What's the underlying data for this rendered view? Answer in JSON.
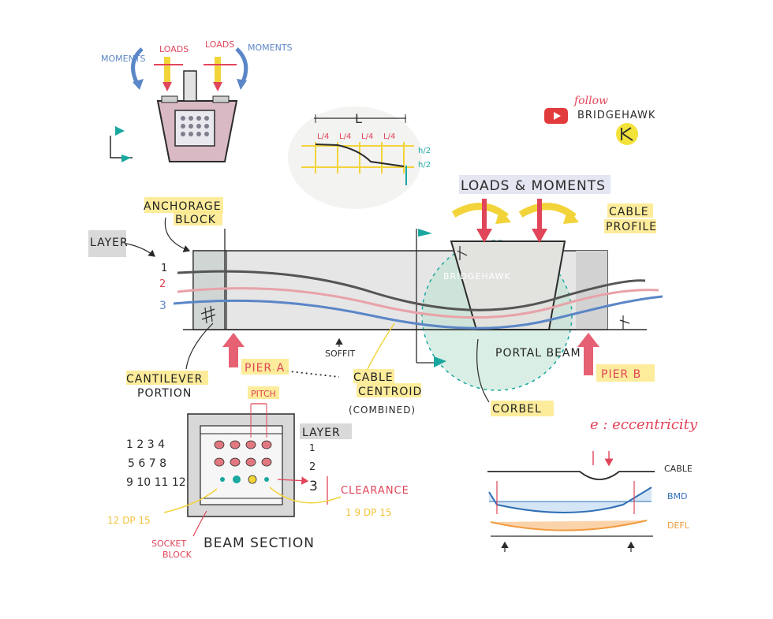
{
  "colors": {
    "ink": "#2b2b2b",
    "red": "#e0455a",
    "pink": "#e8a2a8",
    "blue": "#5b86c7",
    "teal": "#19a7a0",
    "yellow": "#f2d43a",
    "highlight": "#fde98a",
    "orange": "#f09a3e",
    "gray": "#c9c9c9",
    "youtube": "#e23b3b"
  },
  "top_detail": {
    "moments_left": "MOMENTS",
    "loads_left": "LOADS",
    "loads_right": "LOADS",
    "moments_right": "MOMENTS"
  },
  "cable_detail": {
    "span_label": "L",
    "quarter_labels": [
      "L/4",
      "L/4",
      "L/4",
      "L/4"
    ],
    "half_labels": [
      "h/2",
      "h/2"
    ]
  },
  "brand": {
    "follow": "follow",
    "name": "BRIDGEHAWK",
    "watermark": "BRIDGEHAWK"
  },
  "elevation": {
    "loads_moments": "LOADS & MOMENTS",
    "anchorage_block": [
      "ANCHORAGE",
      "BLOCK"
    ],
    "layer": "LAYER",
    "cable_profile": [
      "CABLE",
      "PROFILE"
    ],
    "cable_numbers": [
      "1",
      "2",
      "3"
    ],
    "soffit": "SOFFIT",
    "portal_beam": "PORTAL BEAM",
    "cantilever_portion": [
      "CANTILEVER",
      "PORTION"
    ],
    "pier_a": "PIER A",
    "pier_b": "PIER B",
    "cable_centroid": [
      "CABLE",
      "CENTROID",
      "(COMBINED)"
    ],
    "corbel": "CORBEL"
  },
  "beam_section": {
    "title": "BEAM SECTION",
    "pitch": "PITCH",
    "layer": "LAYER",
    "layer_numbers": [
      "1",
      "2",
      "3"
    ],
    "row_numbers": [
      "1 2 3 4",
      "5 6 7 8",
      "9 10 11 12"
    ],
    "clearance": "CLEARANCE",
    "left_strand": "12 DP 15",
    "right_strand": "1 9 DP 15",
    "socket_block": [
      "SOCKET",
      "BLOCK"
    ]
  },
  "eccentricity": {
    "title": "e : eccentricity",
    "cable": "CABLE",
    "bmd": "BMD",
    "defl": "DEFL"
  }
}
